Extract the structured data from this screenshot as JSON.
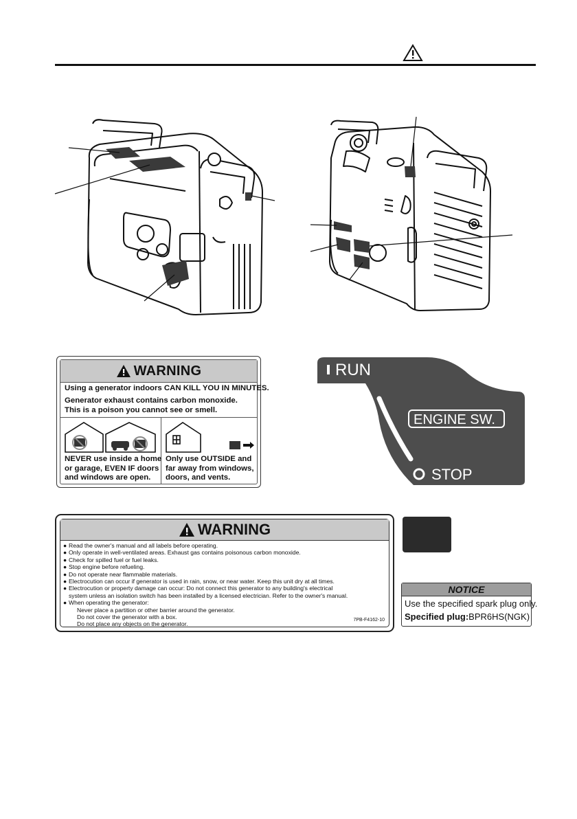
{
  "label_warning_indoor": {
    "heading": "WARNING",
    "line1": "Using a generator indoors CAN KILL YOU IN MINUTES.",
    "line2": "Generator exhaust contains carbon monoxide.",
    "line3": "This is a poison you cannot see or smell.",
    "left_caption": [
      "NEVER use inside a home",
      "or garage, EVEN IF doors",
      "and windows are open."
    ],
    "right_caption": [
      "Only use OUTSIDE and",
      "far away from windows,",
      "doors, and vents."
    ]
  },
  "engine_switch_label": {
    "run": "RUN",
    "title": "ENGINE SW.",
    "stop": "STOP"
  },
  "label_warning_general": {
    "heading": "WARNING",
    "items": [
      "Read the owner's manual and all labels before operating.",
      "Only operate in well-ventilated areas. Exhaust gas contains poisonous carbon monoxide.",
      "Check for spilled fuel or fuel leaks.",
      "Stop engine before refueling.",
      "Do not operate near flammable materials.",
      "Electrocution can occur if generator is used in rain, snow, or near water. Keep this unit dry at all times.",
      "Electrocution or property damage can occur: Do not connect this generator to any building's electrical"
    ],
    "item7_cont": "system unless an isolation switch has been installed by a licensed electrician. Refer to the owner's manual.",
    "item8": "When operating the generator:",
    "subitems": [
      "Never place a partition or other barrier around the generator.",
      "Do not cover the generator with a box.",
      "Do not place any objects on the generator."
    ],
    "code": "7PB-F4162-10"
  },
  "notice_label": {
    "heading": "NOTICE",
    "line1": "Use the specified spark plug only.",
    "line2_label": "Specified plug:",
    "line2_value": "BPR6HS(NGK)"
  }
}
